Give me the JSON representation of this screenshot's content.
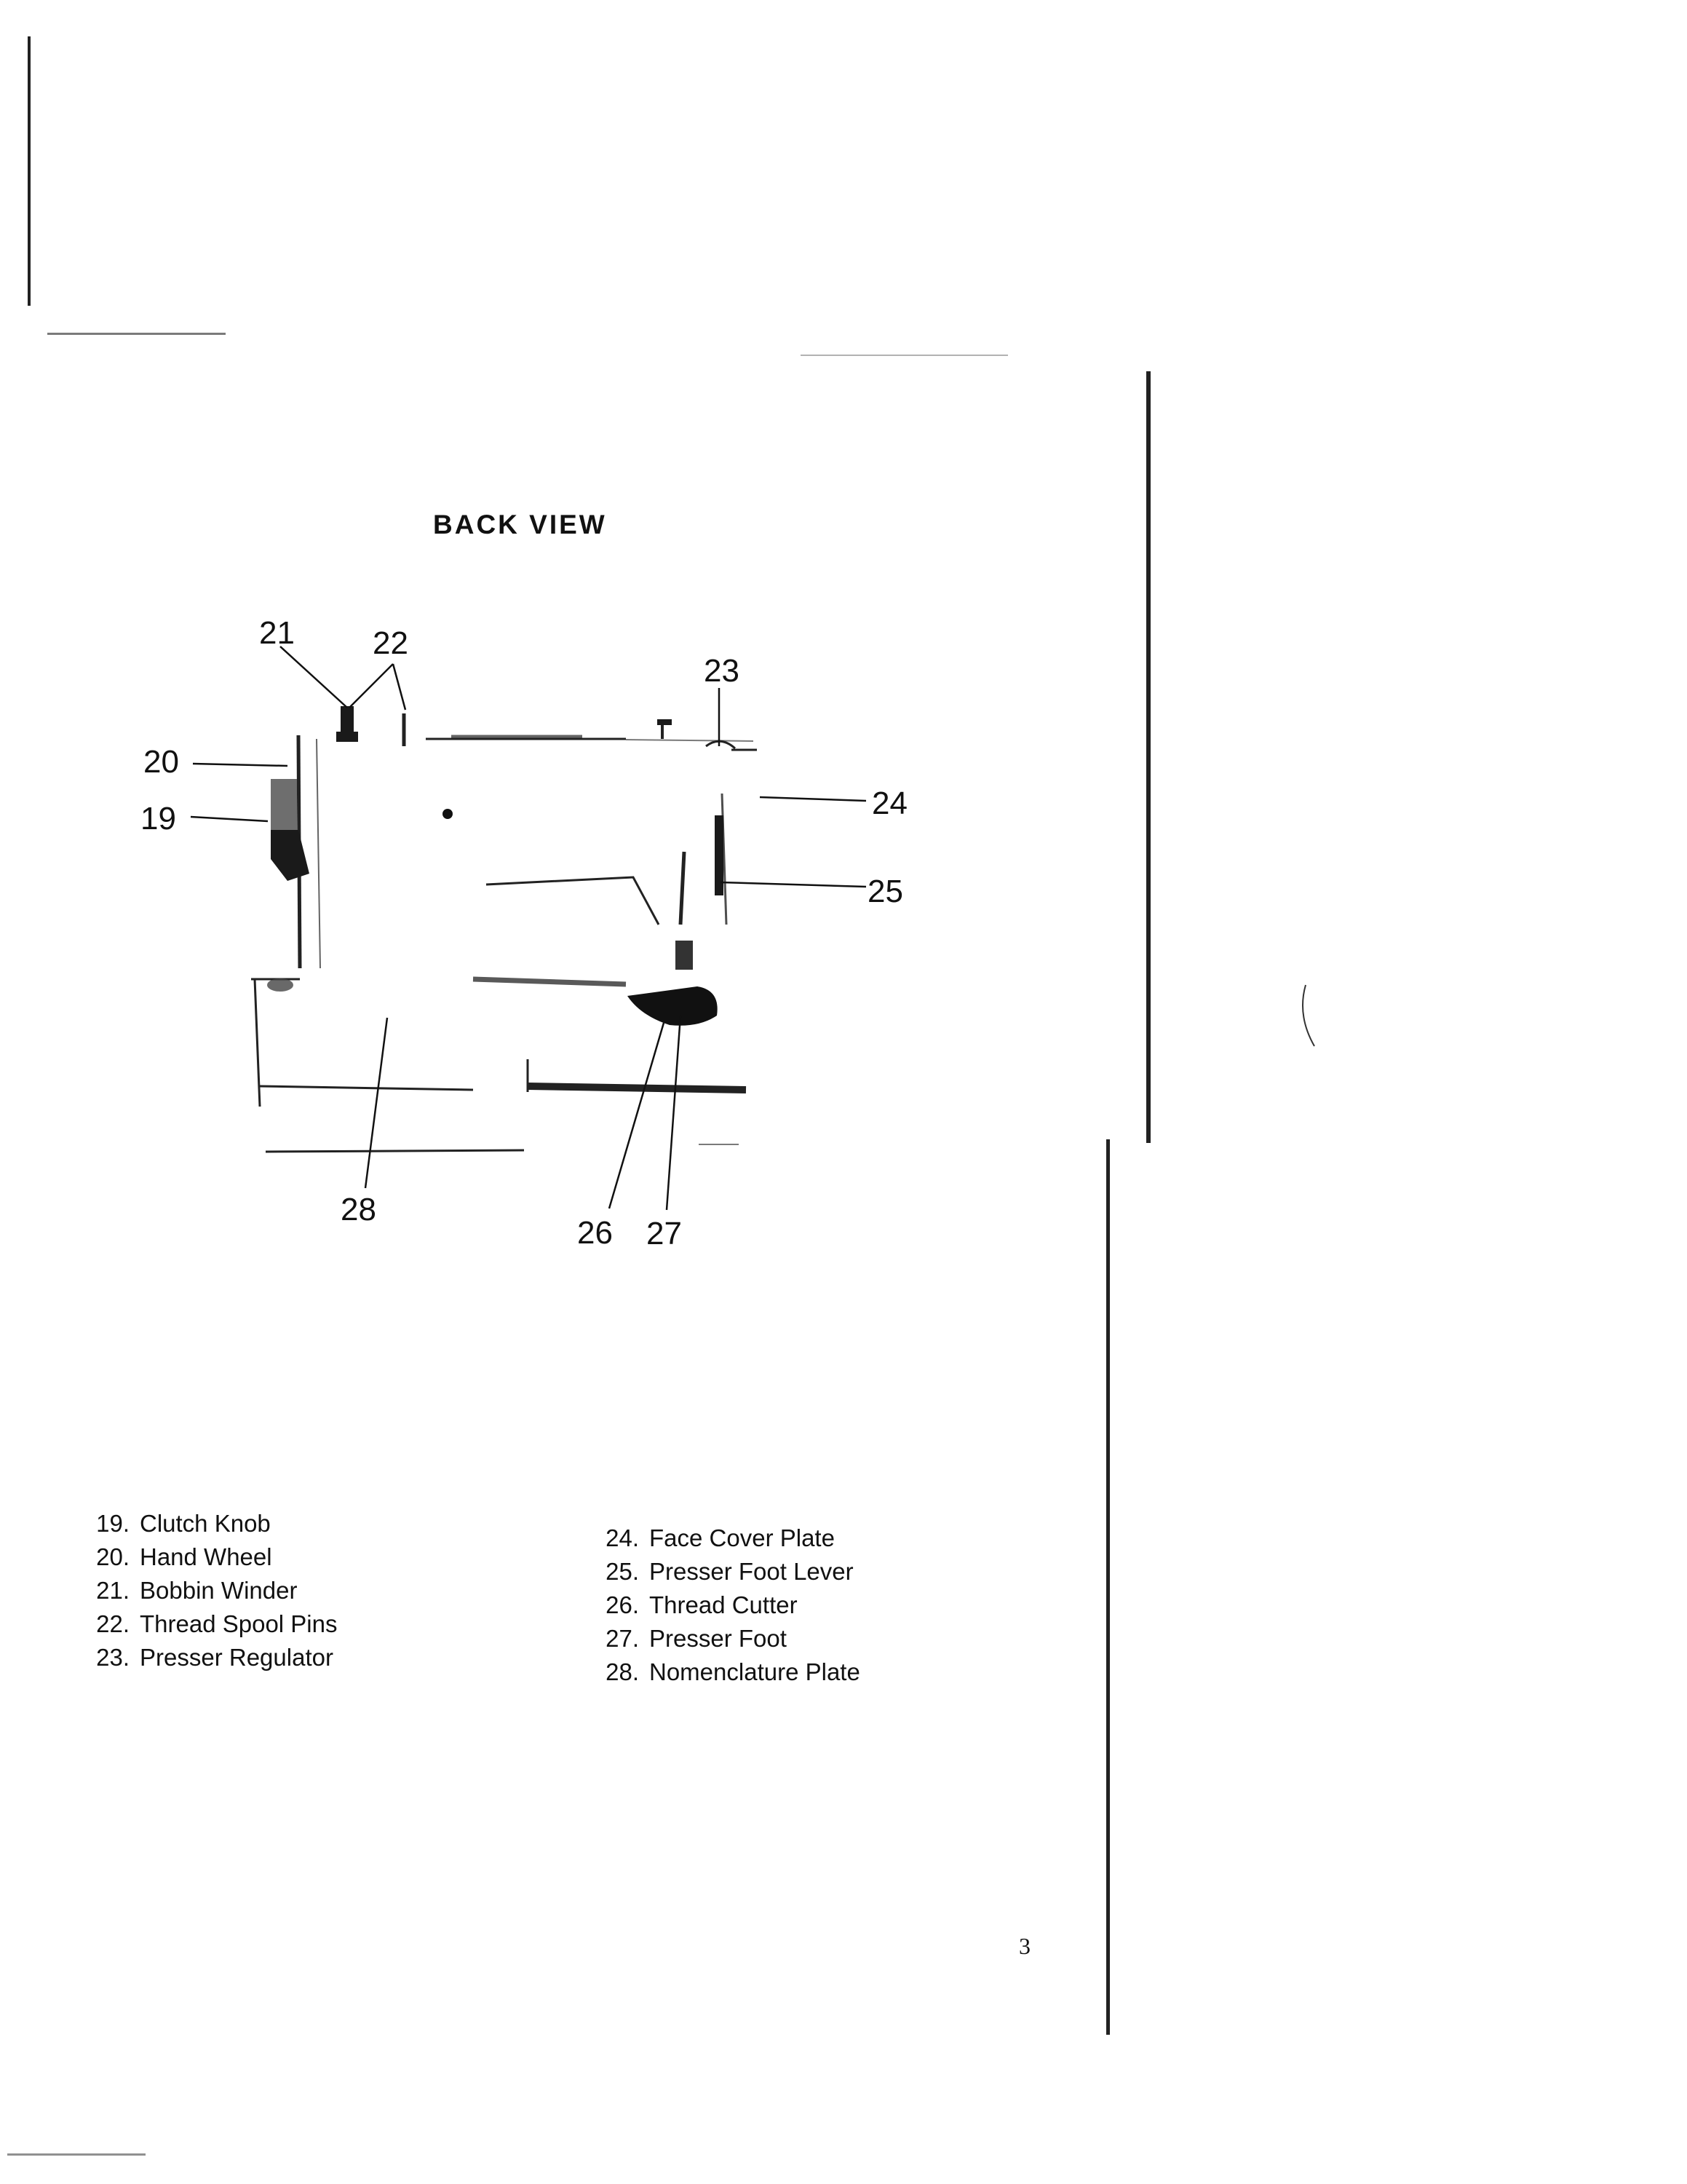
{
  "figure": {
    "title": "BACK VIEW",
    "callouts": [
      "19",
      "20",
      "21",
      "22",
      "23",
      "24",
      "25",
      "26",
      "27",
      "28"
    ]
  },
  "legend": {
    "left": [
      {
        "num": "19.",
        "label": "Clutch Knob"
      },
      {
        "num": "20.",
        "label": "Hand Wheel"
      },
      {
        "num": "21.",
        "label": "Bobbin Winder"
      },
      {
        "num": "22.",
        "label": "Thread Spool Pins"
      },
      {
        "num": "23.",
        "label": "Presser Regulator"
      }
    ],
    "right": [
      {
        "num": "24.",
        "label": "Face Cover Plate"
      },
      {
        "num": "25.",
        "label": "Presser Foot Lever"
      },
      {
        "num": "26.",
        "label": "Thread Cutter"
      },
      {
        "num": "27.",
        "label": "Presser Foot"
      },
      {
        "num": "28.",
        "label": "Nomenclature Plate"
      }
    ]
  },
  "page_number": "3"
}
